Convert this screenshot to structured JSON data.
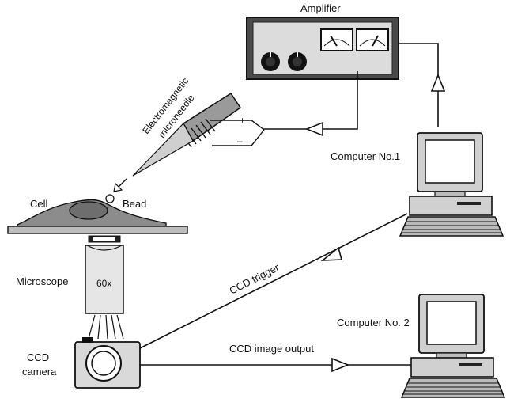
{
  "labels": {
    "amplifier": "Amplifier",
    "electromagnetic": "Electromagnetic",
    "microneedle": "microneedle",
    "plus": "+",
    "minus": "–",
    "cell": "Cell",
    "bead": "Bead",
    "computer1": "Computer No.1",
    "computer2": "Computer No. 2",
    "microscope": "Microscope",
    "magnification": "60x",
    "ccd_camera_line1": "CCD",
    "ccd_camera_line2": "camera",
    "ccd_trigger": "CCD trigger",
    "ccd_output": "CCD image output"
  },
  "icons": {
    "dials": "amplifier-knob-icon",
    "meters": "analog-meter-icon",
    "arrows": "signal-arrow-icon"
  },
  "colors": {
    "line": "#111111",
    "panel_dark": "#4a4a4a",
    "panel_light": "#d9d9d9",
    "cell_fill": "#8c8c8c",
    "stage_fill": "#bdbdbd"
  }
}
